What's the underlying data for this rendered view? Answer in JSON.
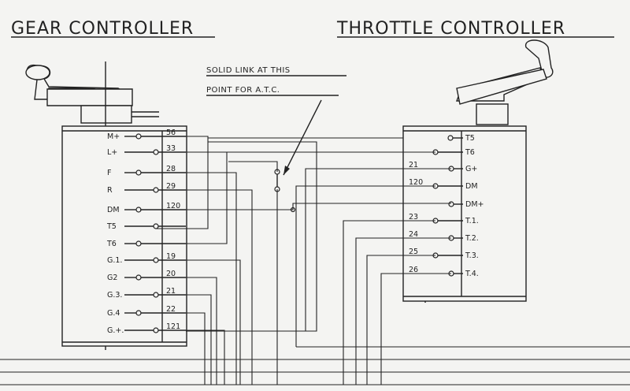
{
  "titles": {
    "gear": "GEAR CONTROLLER",
    "throttle": "THROTTLE CONTROLLER"
  },
  "annotation": {
    "line1": "SOLID LINK AT THIS",
    "line2": "POINT FOR A.T.C."
  },
  "gear": {
    "rows": [
      {
        "label": "M+",
        "num": "56"
      },
      {
        "label": "L+",
        "num": "33"
      },
      {
        "label": "F",
        "num": "28"
      },
      {
        "label": "R",
        "num": "29"
      },
      {
        "label": "DM",
        "num": "120"
      },
      {
        "label": "T5",
        "num": ""
      },
      {
        "label": "T6",
        "num": ""
      },
      {
        "label": "G.1.",
        "num": "19"
      },
      {
        "label": "G2",
        "num": "20"
      },
      {
        "label": "G.3.",
        "num": "21"
      },
      {
        "label": "G.4",
        "num": "22"
      },
      {
        "label": "G.+.",
        "num": "121"
      }
    ]
  },
  "throttle": {
    "rows": [
      {
        "label": "T5",
        "num": ""
      },
      {
        "label": "T6",
        "num": ""
      },
      {
        "label": "G+",
        "num": "21"
      },
      {
        "label": "DM",
        "num": "120"
      },
      {
        "label": "DM+",
        "num": ""
      },
      {
        "label": "T.1.",
        "num": "23"
      },
      {
        "label": "T.2.",
        "num": "24"
      },
      {
        "label": "T.3.",
        "num": "25"
      },
      {
        "label": "T.4.",
        "num": "26"
      }
    ]
  }
}
